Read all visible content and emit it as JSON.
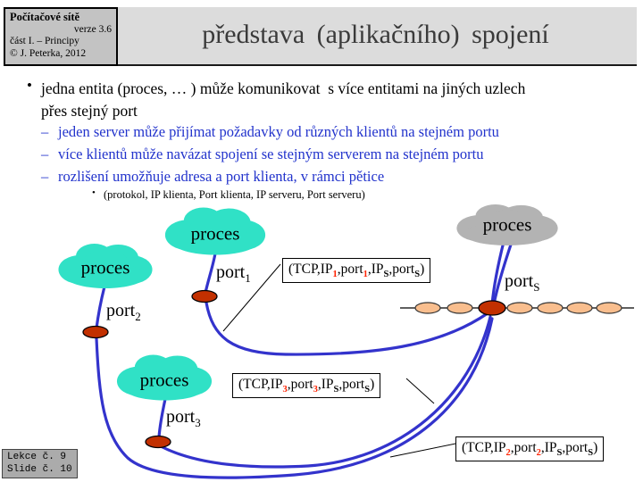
{
  "header": {
    "course": "Počítačové sítě",
    "version": "verze 3.6",
    "part": "část I.  –  Principy",
    "copyright": "© J. Peterka, 2012",
    "title": "představa (aplikačního) spojení"
  },
  "footer": {
    "lecture": "Lekce č. 9",
    "slide": "Slide č. 10"
  },
  "bullets": {
    "glyph_main": "•",
    "glyph_dash": "–",
    "glyph_subsub": "•",
    "item1": "jedna entita (proces, … ) může komunikovat  s více entitami na jiných uzlech\npřes stejný port",
    "sub1": "jeden server může přijímat požadavky od různých klientů na stejném portu",
    "sub2": "více klientů může navázat spojení se stejným serverem na stejném portu",
    "sub3": "rozlišení umožňuje adresa a port klienta, v rámci pětice",
    "subsub1": "(protokol,  IP klienta,  Port klienta,  IP serveru,  Port serveru)"
  },
  "diagram": {
    "clouds": [
      {
        "label": "proces",
        "role": "client"
      },
      {
        "label": "proces",
        "role": "client"
      },
      {
        "label": "proces",
        "role": "client"
      },
      {
        "label": "proces",
        "role": "server"
      }
    ],
    "ports": [
      {
        "base": "port",
        "sub": "1"
      },
      {
        "base": "port",
        "sub": "2"
      },
      {
        "base": "port",
        "sub": "3"
      },
      {
        "base": "port",
        "sub": "S"
      }
    ],
    "tuples": [
      {
        "p1": "(TCP,IP",
        "s1": "1",
        "p2": ",port",
        "s2": "1",
        "p3": ",IP",
        "s3": "S",
        "p4": ",port",
        "s4": "S",
        "p5": ")"
      },
      {
        "p1": "(TCP,IP",
        "s1": "3",
        "p2": ",port",
        "s2": "3",
        "p3": ",IP",
        "s3": "S",
        "p4": ",port",
        "s4": "S",
        "p5": ")"
      },
      {
        "p1": "(TCP,IP",
        "s1": "2",
        "p2": ",port",
        "s2": "2",
        "p3": ",IP",
        "s3": "S",
        "p4": ",port",
        "s4": "S",
        "p5": ")"
      }
    ],
    "colors": {
      "client_cloud": "#30e1c6",
      "server_cloud": "#b3b3b3",
      "connection": "#3333cc",
      "port_fill": "#c23000",
      "slot_fill": "#f9be8e",
      "subscript_highlight": "#ff2200"
    }
  }
}
